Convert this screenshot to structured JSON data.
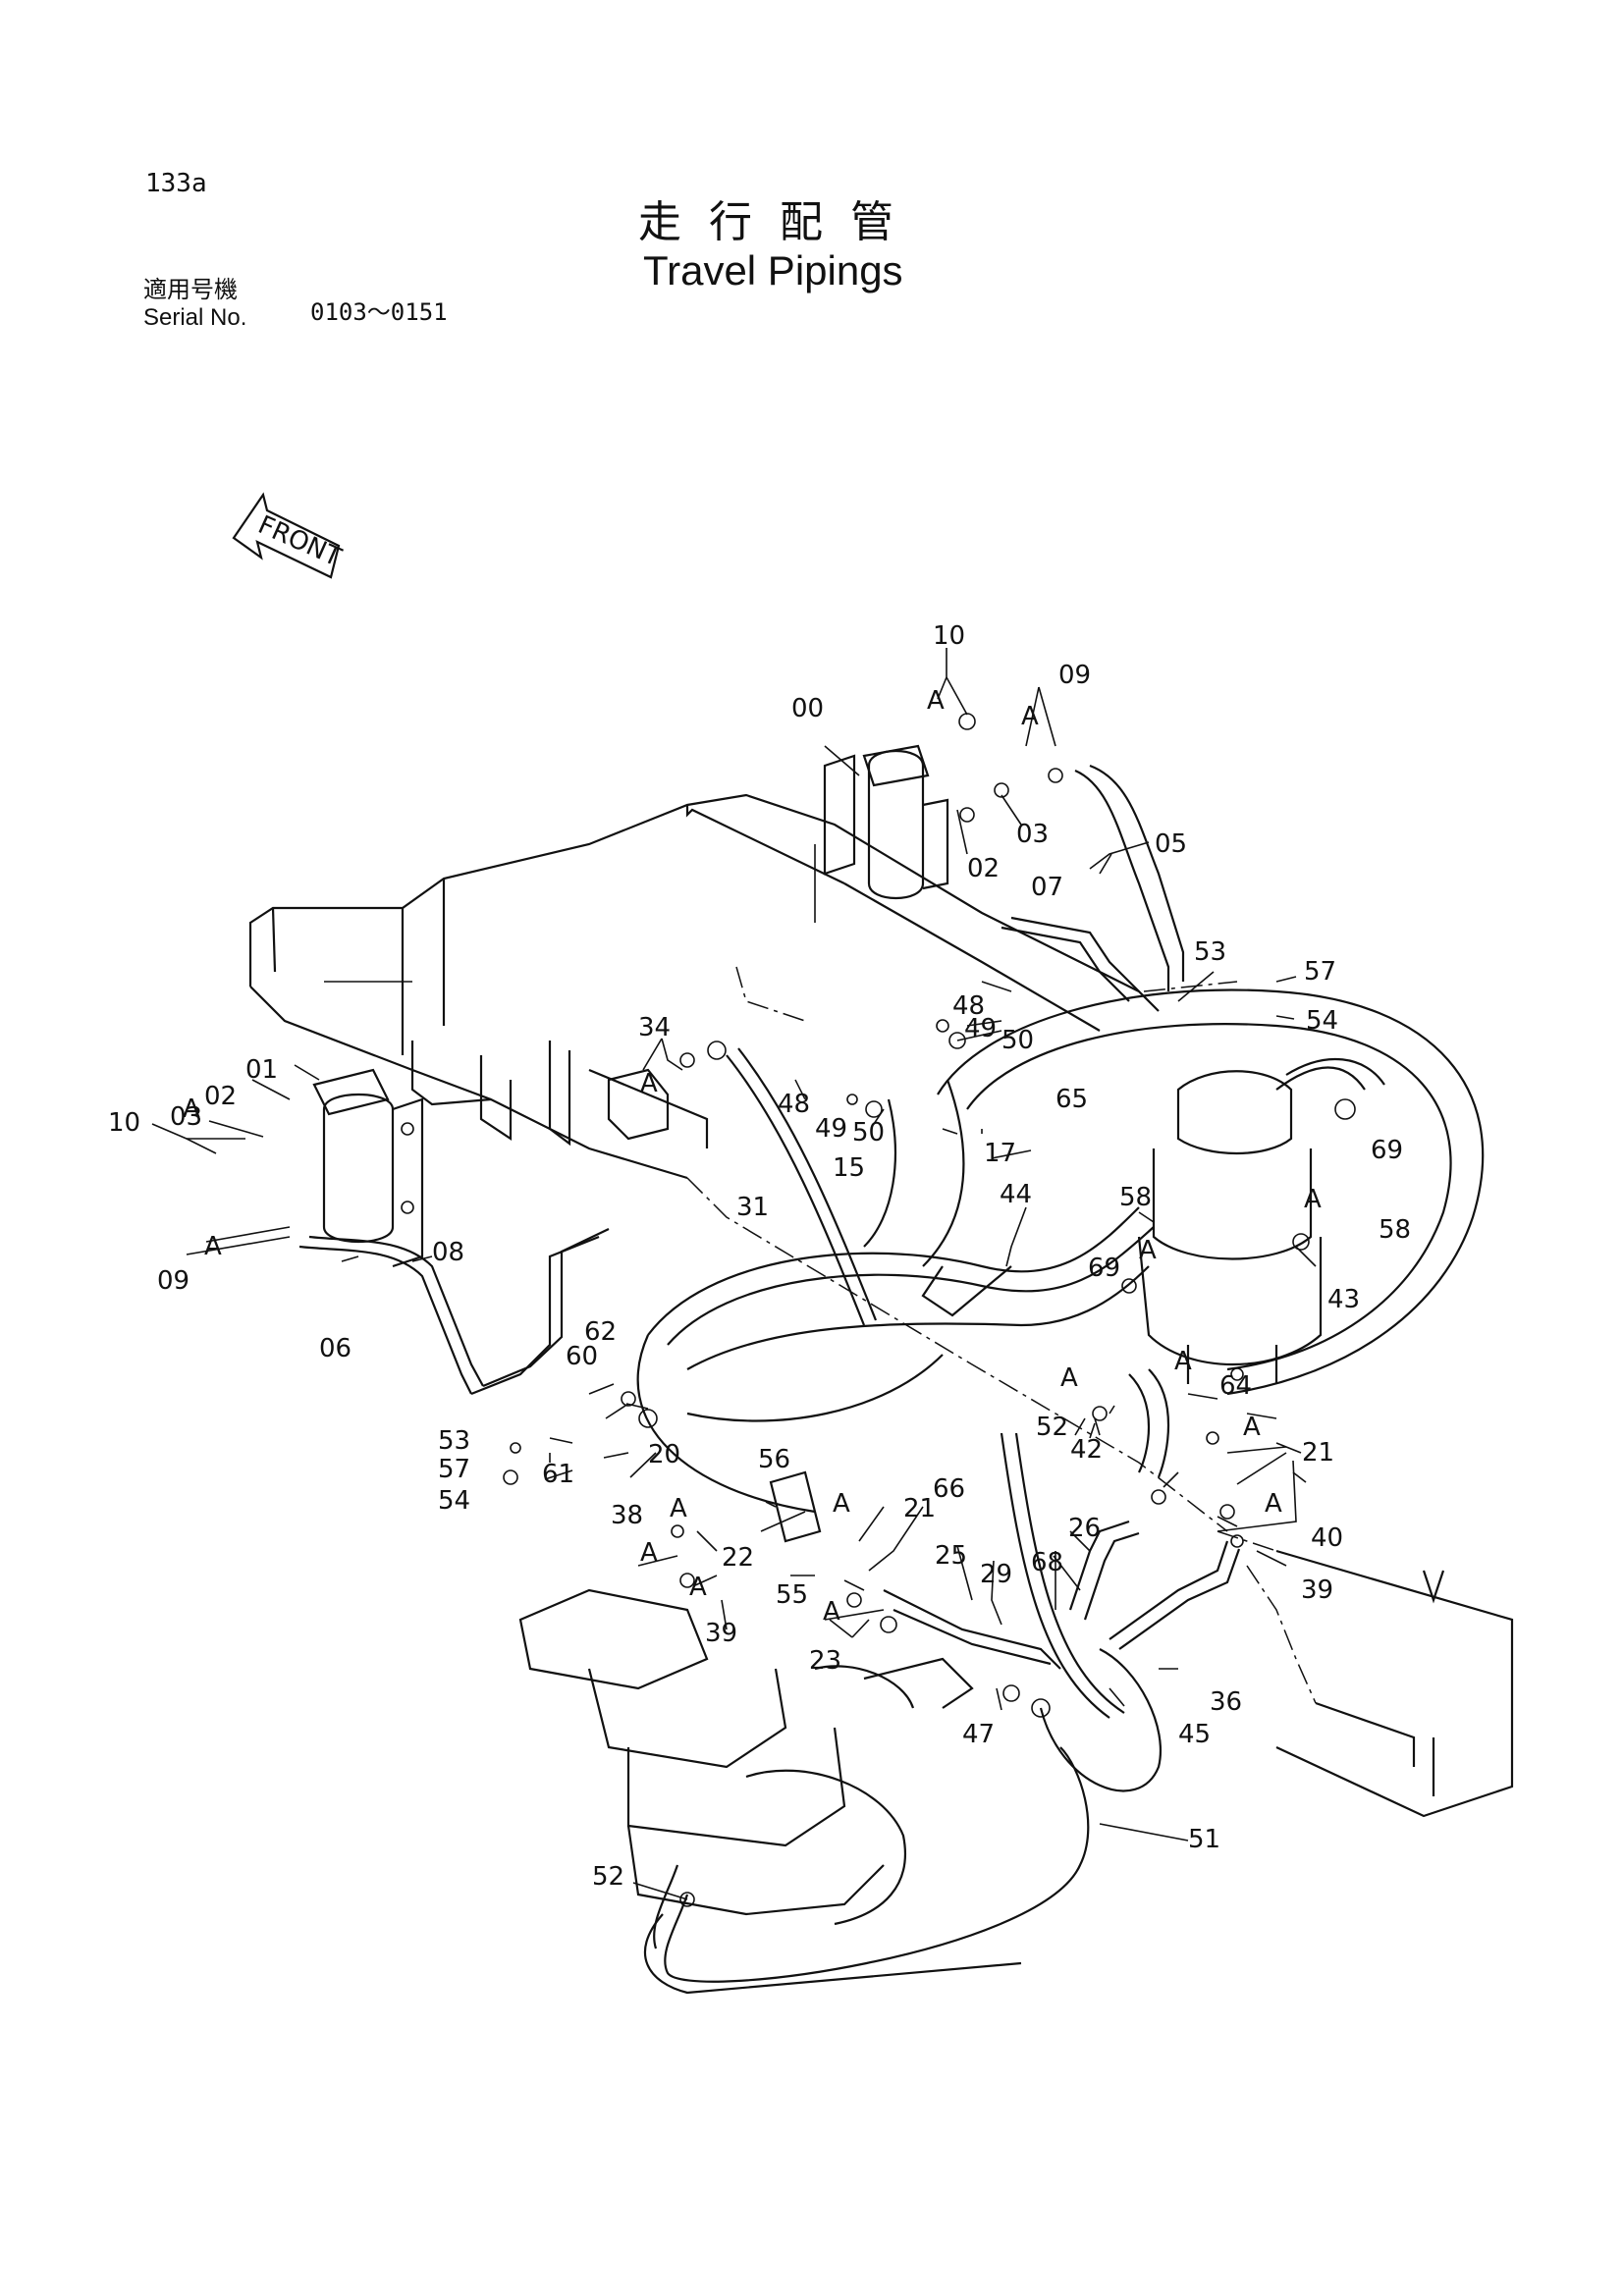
{
  "header": {
    "page_number": "133a",
    "title_jp": "走行配管",
    "title_en": "Travel Pipings",
    "serial_label_jp": "適用号機",
    "serial_label_en": "Serial No.",
    "serial_range": "0103～0151"
  },
  "front_marker": "FRONT",
  "callouts": {
    "c00": "00",
    "c01": "01",
    "c02a": "02",
    "c02b": "02",
    "c03a": "03",
    "c03b": "03",
    "c05": "05",
    "c06": "06",
    "c07": "07",
    "c08": "08",
    "c09a": "09",
    "c09b": "09",
    "c10a": "10",
    "c10b": "10",
    "c15": "15",
    "c17": "17",
    "c20": "20",
    "c21a": "21",
    "c21b": "21",
    "c22": "22",
    "c23": "23",
    "c25": "25",
    "c26": "26",
    "c29": "29",
    "c31": "31",
    "c34": "34",
    "c36": "36",
    "c38": "38",
    "c39a": "39",
    "c39b": "39",
    "c40": "40",
    "c42": "42",
    "c43": "43",
    "c44": "44",
    "c45": "45",
    "c47": "47",
    "c48a": "48",
    "c48b": "48",
    "c49a": "49",
    "c49b": "49",
    "c50a": "50",
    "c50b": "50",
    "c51": "51",
    "c52a": "52",
    "c52b": "52",
    "c53a": "53",
    "c53b": "53",
    "c54a": "54",
    "c54b": "54",
    "c55": "55",
    "c56": "56",
    "c57a": "57",
    "c57b": "57",
    "c58a": "58",
    "c58b": "58",
    "c60": "60",
    "c61": "61",
    "c62": "62",
    "c64": "64",
    "c65": "65",
    "c66": "66",
    "c68": "68",
    "c69a": "69",
    "c69b": "69"
  },
  "port_marks": {
    "a1": "A",
    "a2": "A",
    "a3": "A",
    "a4": "A",
    "a5": "A",
    "a6": "A",
    "a7": "A",
    "a8": "A",
    "a9": "A",
    "a10": "A",
    "a11": "A",
    "a12": "A",
    "a13": "A",
    "a14": "A",
    "a15": "A",
    "a16": "A"
  }
}
